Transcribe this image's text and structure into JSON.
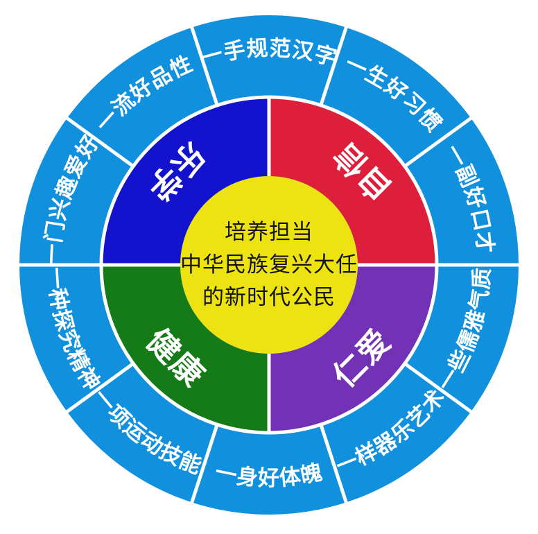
{
  "figure": {
    "title_center": {
      "lines": [
        "培养担当",
        "中华民族复兴大任",
        "的新时代公民"
      ]
    },
    "inner_ring": {
      "segments": [
        {
          "label": "乐学",
          "color": "#1313CE",
          "position": "top-left"
        },
        {
          "label": "自信",
          "color": "#DE1F3C",
          "position": "top-right"
        },
        {
          "label": "仁爱",
          "color": "#7331B5",
          "position": "bottom-right"
        },
        {
          "label": "健康",
          "color": "#157A18",
          "position": "bottom-left"
        }
      ]
    },
    "outer_ring": {
      "color": "#1190DE",
      "segments": [
        {
          "label": "一手规范汉字"
        },
        {
          "label": "一生好习惯"
        },
        {
          "label": "一副好口才"
        },
        {
          "label": "一些儒雅气质"
        },
        {
          "label": "一样器乐艺术"
        },
        {
          "label": "一身好体魄"
        },
        {
          "label": "一项运动技能"
        },
        {
          "label": "一种探究精神"
        },
        {
          "label": "一门兴趣爱好"
        },
        {
          "label": "一流好品性"
        }
      ]
    },
    "colors": {
      "background": "#ffffff",
      "center_fill": "#EDE312",
      "center_text": "#141414",
      "outer_ring": "#1190DE",
      "divider": "#ffffff",
      "label_text": "#ffffff"
    }
  }
}
